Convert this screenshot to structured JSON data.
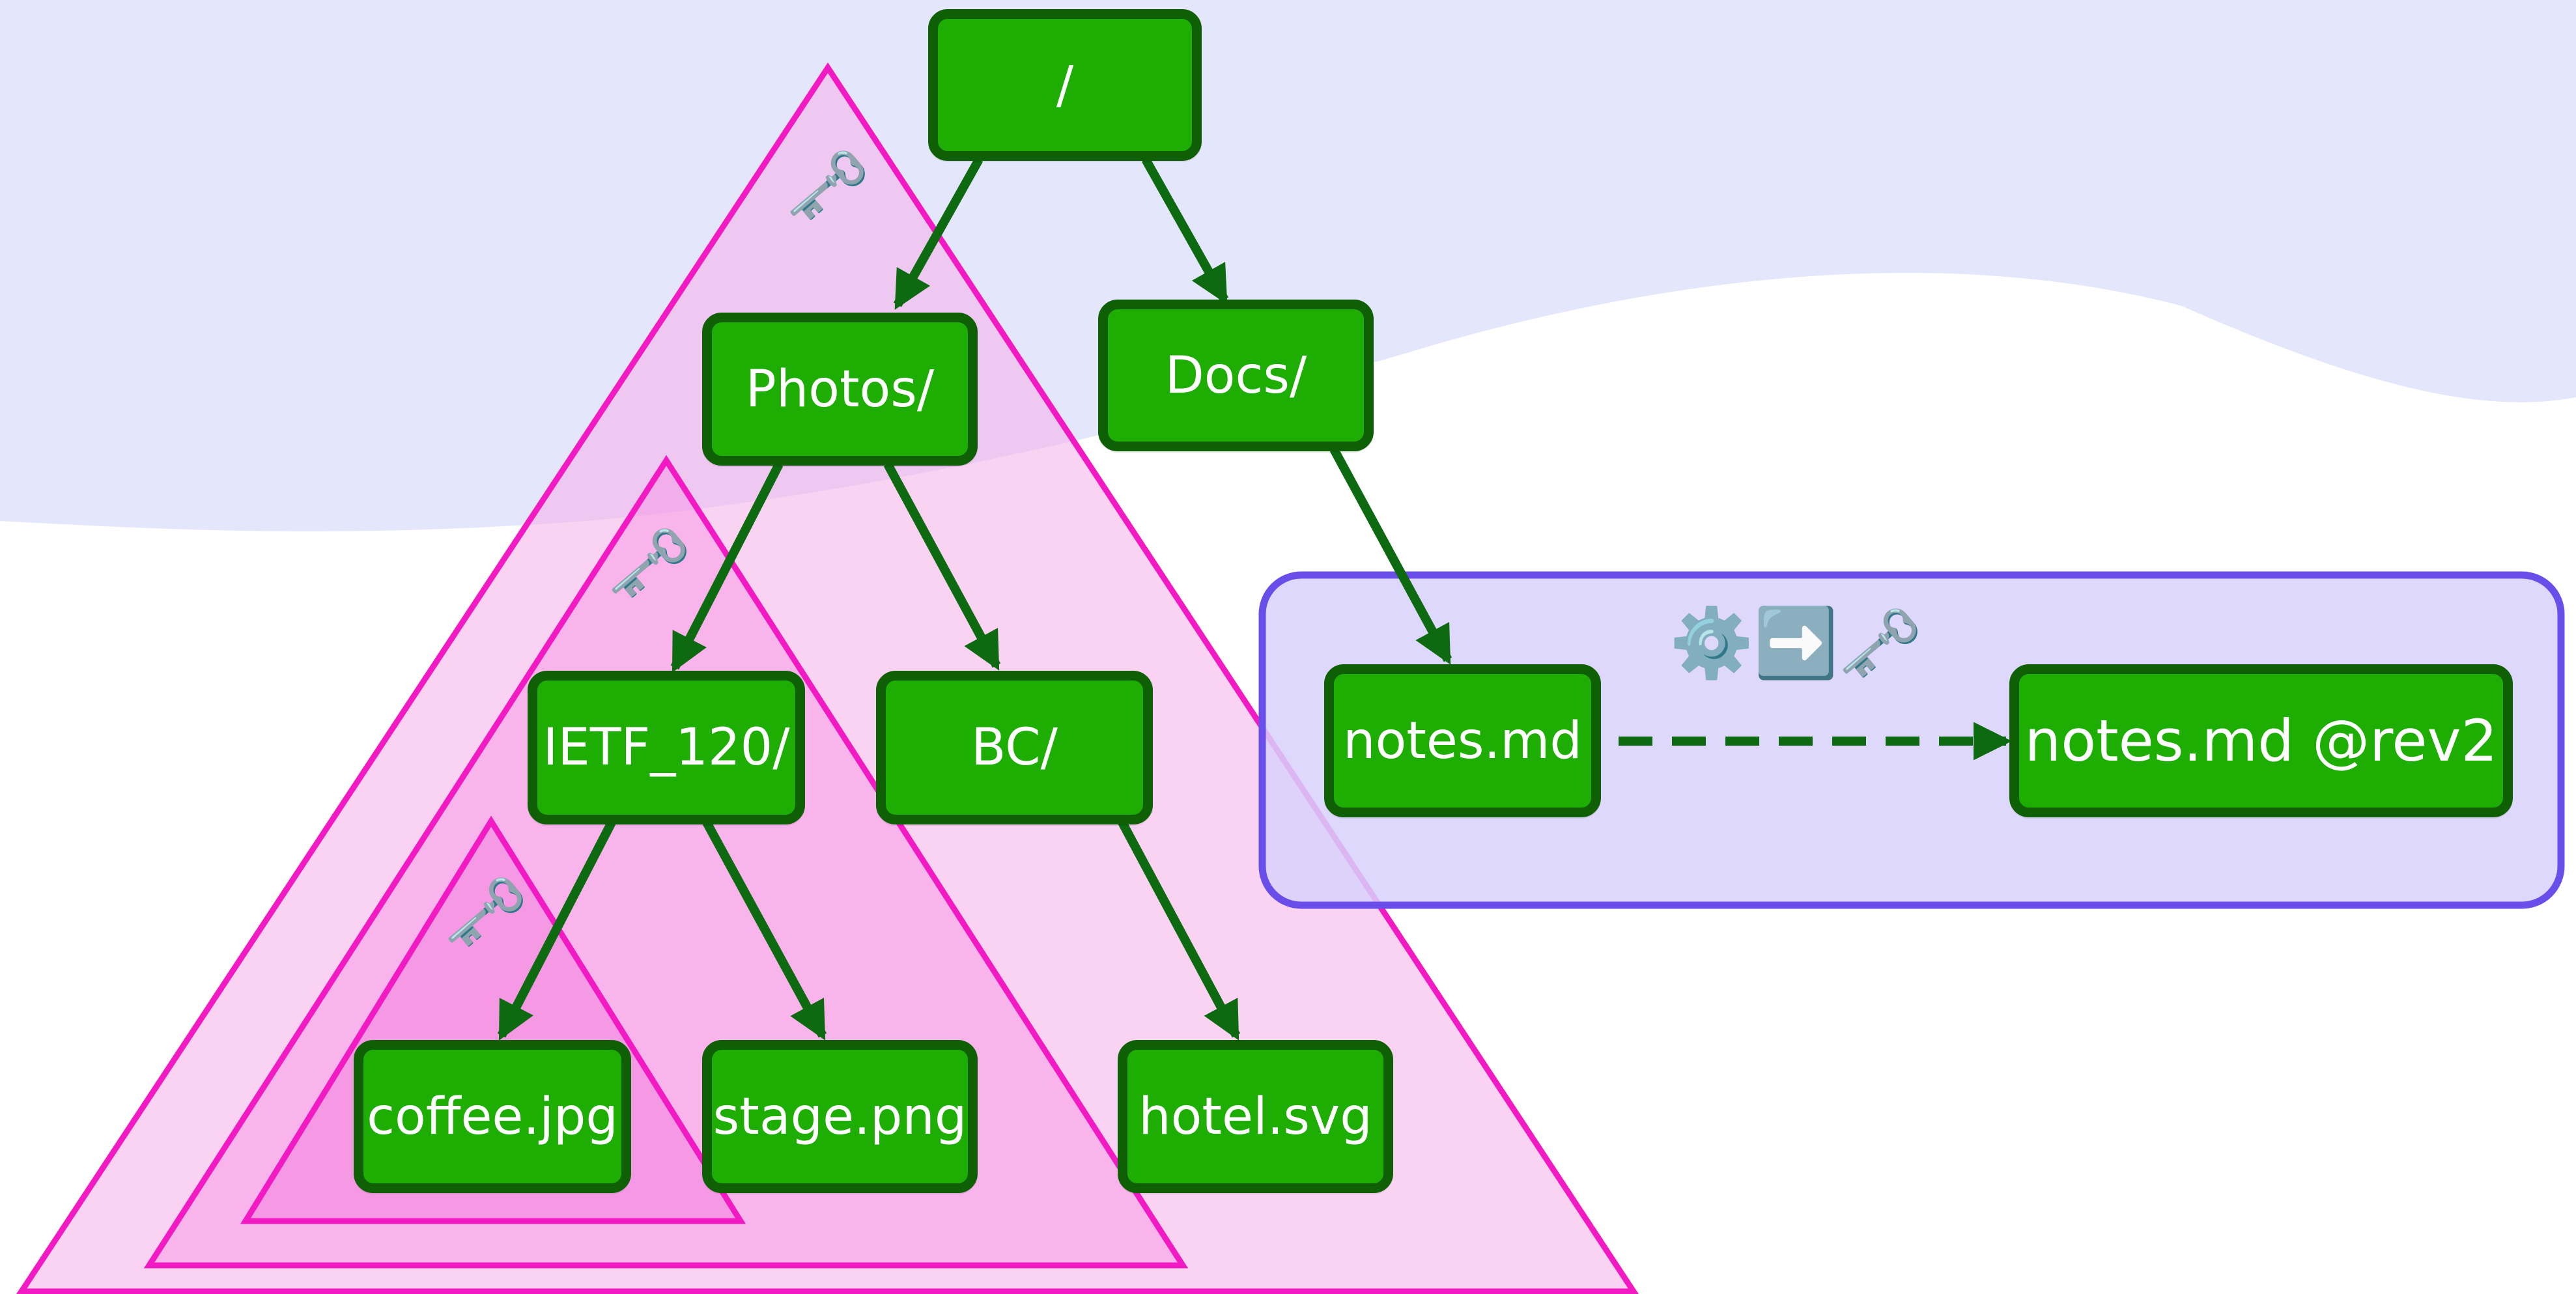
{
  "colors": {
    "node_fill": "#1eae03",
    "node_border": "#0f5f05",
    "node_text": "#ffffff",
    "edge": "#0e6a10",
    "triangle_stroke": "#f21bc3",
    "revision_box_fill": "#d8d1fb",
    "revision_box_stroke": "#6a4ee9",
    "background_top": "#e4e6fb"
  },
  "nodes": {
    "root": "/",
    "photos": "Photos/",
    "docs": "Docs/",
    "ietf": "IETF_120/",
    "bc": "BC/",
    "coffee": "coffee.jpg",
    "stage": "stage.png",
    "hotel": "hotel.svg",
    "notes": "notes.md",
    "notes_rev2": "notes.md @rev2"
  },
  "icons": {
    "key": "🗝️",
    "gear": "⚙️",
    "arrow_right": "➡️"
  }
}
